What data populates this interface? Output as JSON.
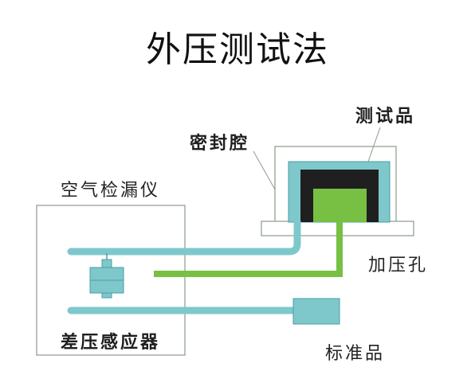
{
  "title": "外压测试法",
  "labels": {
    "test_part": "测试品",
    "sealed_cavity": "密封腔",
    "leak_detector": "空气检漏仪",
    "pressure_hole": "加压孔",
    "dp_sensor": "差压感应器",
    "reference": "标准品"
  },
  "colors": {
    "teal_pipe": "#7ec8cc",
    "teal_stroke": "#4a9ea3",
    "green_pipe": "#77c043",
    "black_part": "#1f1f1f",
    "outline": "#8a9a8a",
    "base_fill": "#ffffff"
  }
}
